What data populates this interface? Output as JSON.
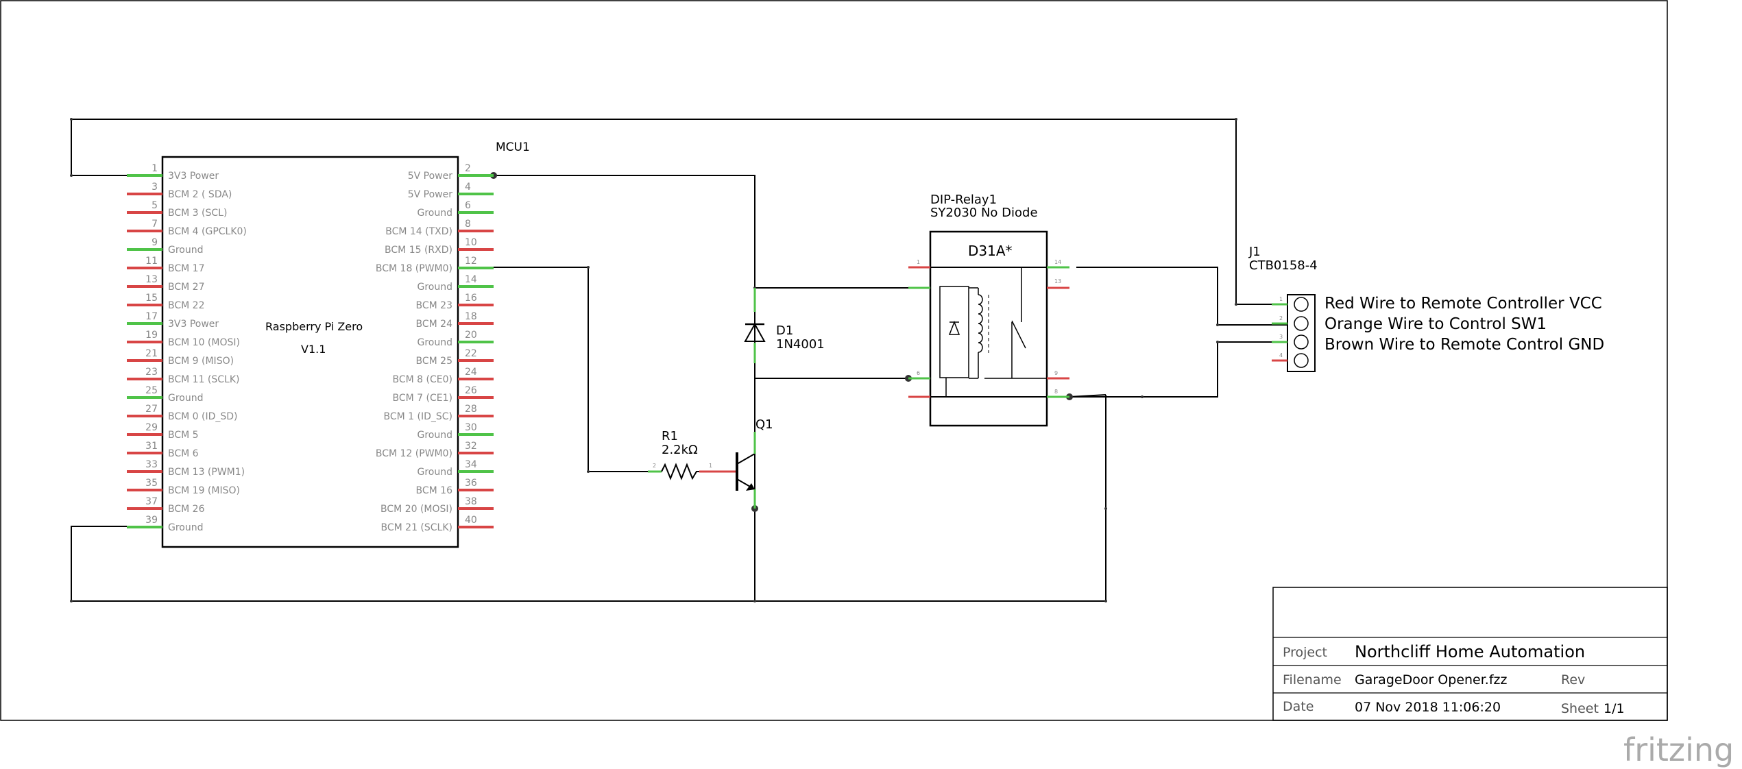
{
  "colors": {
    "wire": "#000000",
    "pin_power": "#4fc348",
    "pin_gpio": "#d84545",
    "text_gray": "#888888",
    "brand": "#aaaaaa"
  },
  "mcu": {
    "ref": "MCU1",
    "name": "Raspberry Pi Zero",
    "version": "V1.1",
    "left_pins": [
      {
        "num": "1",
        "label": "3V3 Power",
        "type": "power"
      },
      {
        "num": "3",
        "label": "BCM 2 ( SDA)",
        "type": "gpio"
      },
      {
        "num": "5",
        "label": "BCM 3 (SCL)",
        "type": "gpio"
      },
      {
        "num": "7",
        "label": "BCM 4 (GPCLK0)",
        "type": "gpio"
      },
      {
        "num": "9",
        "label": "Ground",
        "type": "power"
      },
      {
        "num": "11",
        "label": "BCM 17",
        "type": "gpio"
      },
      {
        "num": "13",
        "label": "BCM 27",
        "type": "gpio"
      },
      {
        "num": "15",
        "label": "BCM 22",
        "type": "gpio"
      },
      {
        "num": "17",
        "label": "3V3 Power",
        "type": "power"
      },
      {
        "num": "19",
        "label": "BCM 10 (MOSI)",
        "type": "gpio"
      },
      {
        "num": "21",
        "label": "BCM 9 (MISO)",
        "type": "gpio"
      },
      {
        "num": "23",
        "label": "BCM 11 (SCLK)",
        "type": "gpio"
      },
      {
        "num": "25",
        "label": "Ground",
        "type": "power"
      },
      {
        "num": "27",
        "label": "BCM 0 (ID_SD)",
        "type": "gpio"
      },
      {
        "num": "29",
        "label": "BCM 5",
        "type": "gpio"
      },
      {
        "num": "31",
        "label": "BCM 6",
        "type": "gpio"
      },
      {
        "num": "33",
        "label": "BCM 13 (PWM1)",
        "type": "gpio"
      },
      {
        "num": "35",
        "label": "BCM 19 (MISO)",
        "type": "gpio"
      },
      {
        "num": "37",
        "label": "BCM 26",
        "type": "gpio"
      },
      {
        "num": "39",
        "label": "Ground",
        "type": "power"
      }
    ],
    "right_pins": [
      {
        "num": "2",
        "label": "5V Power",
        "type": "power"
      },
      {
        "num": "4",
        "label": "5V Power",
        "type": "power"
      },
      {
        "num": "6",
        "label": "Ground",
        "type": "power"
      },
      {
        "num": "8",
        "label": "BCM 14 (TXD)",
        "type": "gpio"
      },
      {
        "num": "10",
        "label": "BCM 15 (RXD)",
        "type": "gpio"
      },
      {
        "num": "12",
        "label": "BCM 18 (PWM0)",
        "type": "power"
      },
      {
        "num": "14",
        "label": "Ground",
        "type": "power"
      },
      {
        "num": "16",
        "label": "BCM 23",
        "type": "gpio"
      },
      {
        "num": "18",
        "label": "BCM 24",
        "type": "gpio"
      },
      {
        "num": "20",
        "label": "Ground",
        "type": "power"
      },
      {
        "num": "22",
        "label": "BCM 25",
        "type": "gpio"
      },
      {
        "num": "24",
        "label": "BCM 8 (CE0)",
        "type": "gpio"
      },
      {
        "num": "26",
        "label": "BCM 7 (CE1)",
        "type": "gpio"
      },
      {
        "num": "28",
        "label": "BCM 1 (ID_SC)",
        "type": "gpio"
      },
      {
        "num": "30",
        "label": "Ground",
        "type": "power"
      },
      {
        "num": "32",
        "label": "BCM 12 (PWM0)",
        "type": "gpio"
      },
      {
        "num": "34",
        "label": "Ground",
        "type": "power"
      },
      {
        "num": "36",
        "label": "BCM 16",
        "type": "gpio"
      },
      {
        "num": "38",
        "label": "BCM 20 (MOSI)",
        "type": "gpio"
      },
      {
        "num": "40",
        "label": "BCM 21 (SCLK)",
        "type": "gpio"
      }
    ]
  },
  "relay": {
    "ref": "DIP-Relay1",
    "name": "SY2030 No Diode",
    "part": "D31A*",
    "pins": {
      "p1": "1",
      "p14": "14",
      "p13": "13",
      "p6": "6",
      "p9": "9",
      "p8": "8"
    }
  },
  "diode": {
    "ref": "D1",
    "value": "1N4001"
  },
  "resistor": {
    "ref": "R1",
    "value": "2.2kΩ",
    "pin1": "1",
    "pin2": "2"
  },
  "transistor": {
    "ref": "Q1"
  },
  "connector": {
    "ref": "J1",
    "part": "CTB0158-4",
    "pin_nums": [
      "1",
      "2",
      "3",
      "4"
    ],
    "labels": [
      "Red Wire to Remote Controller VCC",
      "Orange Wire to Control SW1",
      "Brown Wire to Remote Control  GND"
    ]
  },
  "title_block": {
    "project_label": "Project",
    "project_value": "Northcliff Home Automation",
    "filename_label": "Filename",
    "filename_value": "GarageDoor Opener.fzz",
    "rev_label": "Rev",
    "date_label": "Date",
    "date_value": "07 Nov 2018 11:06:20",
    "sheet_label": "Sheet",
    "sheet_value": "1/1"
  },
  "brand": "fritzing"
}
